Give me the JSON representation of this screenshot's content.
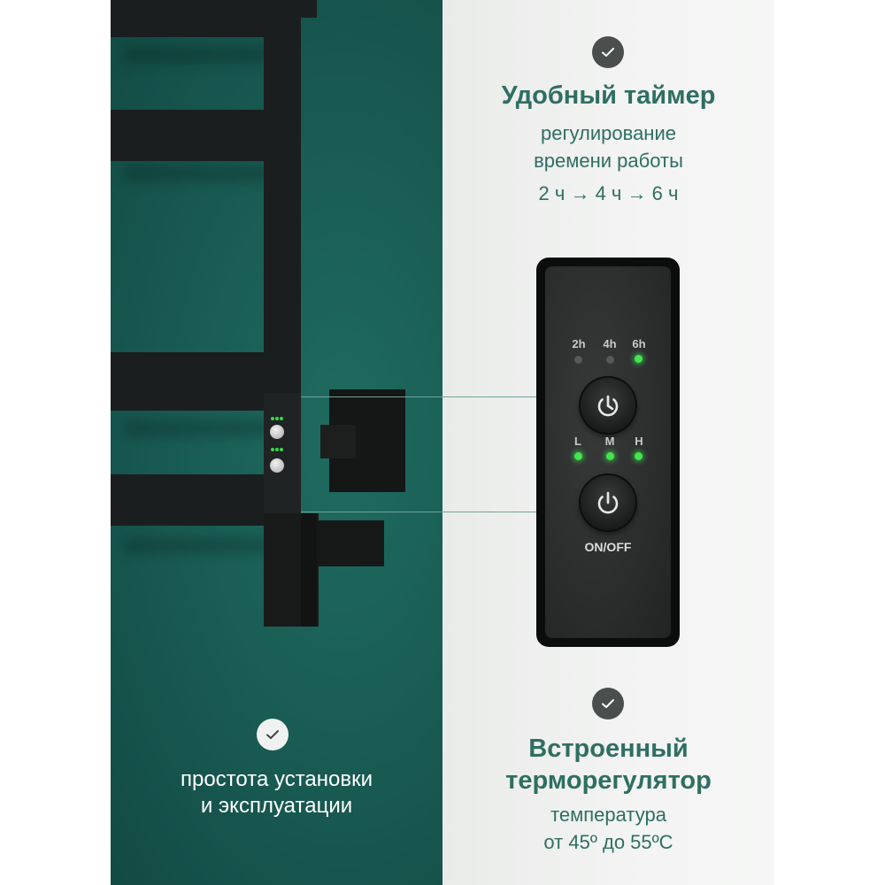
{
  "colors": {
    "teal_bg": "#185a52",
    "accent_text": "#2f6e63",
    "grey_bg": "#f1f2f1",
    "led_green": "#42e64f"
  },
  "features": {
    "timer": {
      "icon": "check-circle-icon",
      "title": "Удобный таймер",
      "line1": "регулирование",
      "line2": "времени работы",
      "sequence": "2 ч → 4 ч → 6 ч"
    },
    "thermostat": {
      "icon": "check-circle-icon",
      "title_line1": "Встроенный",
      "title_line2": "терморегулятор",
      "line1": "температура",
      "line2": "от 45º до 55ºС"
    },
    "install": {
      "icon": "check-circle-icon",
      "line1": "простота установки",
      "line2": "и эксплуатации"
    }
  },
  "remote": {
    "timer_labels": [
      "2h",
      "4h",
      "6h"
    ],
    "timer_active_index": 2,
    "mode_labels": [
      "L",
      "M",
      "H"
    ],
    "mode_active": [
      true,
      true,
      true
    ],
    "timer_button_icon": "timer-power-icon",
    "power_button_icon": "power-icon",
    "power_label": "ON/OFF"
  }
}
